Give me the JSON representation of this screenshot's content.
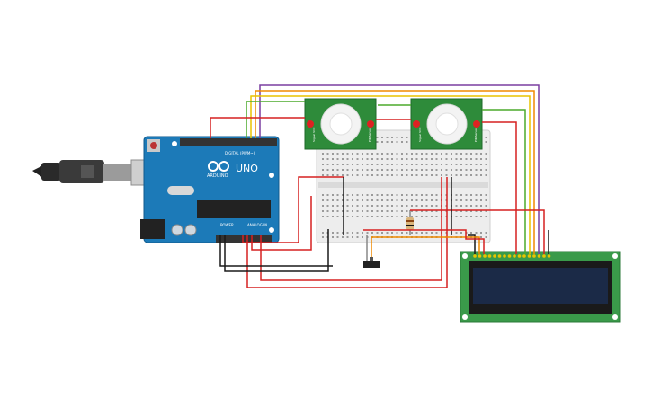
{
  "arduino": {
    "model_label": "UNO",
    "brand_label": "ARDUINO",
    "digital_label": "DIGITAL (PWM~)",
    "power_label": "POWER",
    "analog_label": "ANALOG IN"
  },
  "sensors": [
    {
      "side_label_left": "Signal VCC",
      "side_label_right": "PIR Sensor"
    },
    {
      "side_label_left": "Signal VCC",
      "side_label_right": "PIR Sensor"
    }
  ],
  "colors": {
    "arduino_board": "#1c7ab8",
    "breadboard": "#ededed",
    "pir_board": "#2e8b3a",
    "lcd_board": "#3a9a4a",
    "lcd_screen": "#1b2a47",
    "wire_red": "#d62020",
    "wire_black": "#1a1a1a",
    "wire_orange": "#f08a00",
    "wire_yellow": "#e8c400",
    "wire_green": "#4caa2c",
    "wire_purple": "#7a3fa0"
  }
}
